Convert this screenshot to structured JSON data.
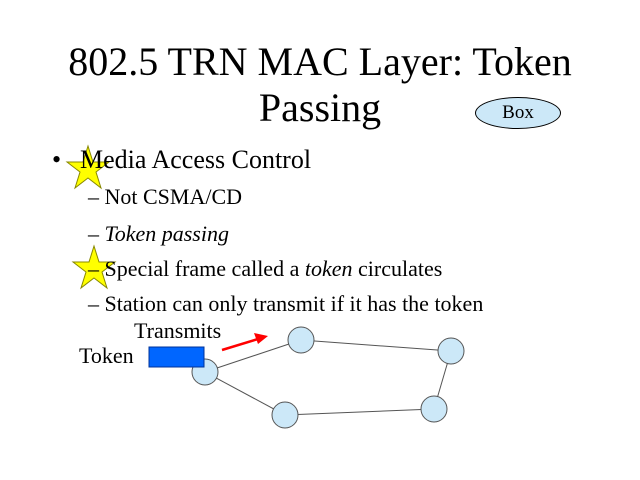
{
  "title": {
    "line1": "802.5 TRN MAC Layer: Token",
    "line2": "Passing"
  },
  "box_button": "Box",
  "bullet": {
    "marker": "•",
    "text": "Media Access Control"
  },
  "sub": [
    {
      "dash": "–",
      "parts": [
        {
          "t": "Not CSMA/CD",
          "i": false
        }
      ]
    },
    {
      "dash": "–",
      "parts": [
        {
          "t": "Token passing",
          "i": true
        }
      ]
    },
    {
      "dash": "–",
      "parts": [
        {
          "t": "Special frame called a ",
          "i": false
        },
        {
          "t": "token",
          "i": true
        },
        {
          "t": " circulates",
          "i": false
        }
      ]
    },
    {
      "dash": "–",
      "parts": [
        {
          "t": "Station can only transmit if it has the token",
          "i": false
        }
      ]
    }
  ],
  "diagram": {
    "transmits_label": "Transmits",
    "token_label": "Token",
    "token_color": "#0066ff",
    "node_color": "#cce8f8",
    "arrow_color": "#ff0000"
  }
}
